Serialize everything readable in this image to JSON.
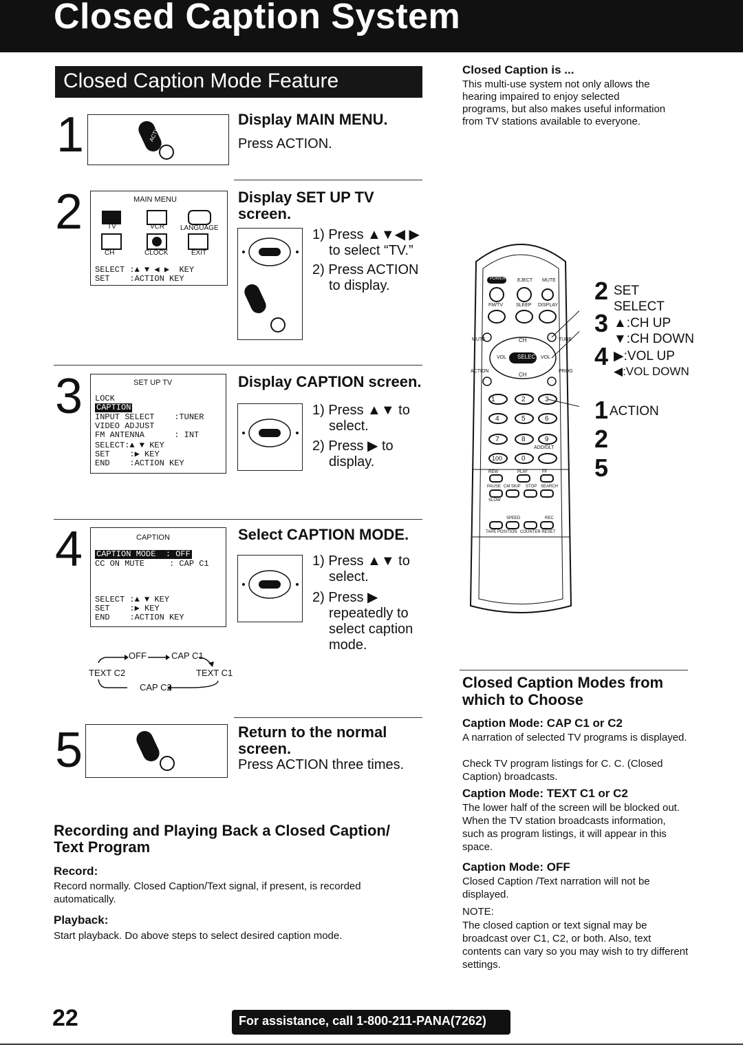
{
  "header": {
    "title": "Closed Caption System"
  },
  "section": {
    "title": "Closed Caption Mode Feature"
  },
  "steps": [
    {
      "num": "1",
      "title": "Display MAIN MENU.",
      "text": "Press ACTION."
    },
    {
      "num": "2",
      "title_line1": "Display SET UP TV",
      "title_line2": "screen.",
      "instr": [
        "1) Press ▲▼◀ ▶",
        "to select “TV.”",
        "2) Press ACTION",
        "to display."
      ]
    },
    {
      "num": "3",
      "title": "Display CAPTION screen.",
      "instr": [
        "1) Press ▲▼ to",
        "select.",
        "2) Press ▶ to",
        "display."
      ]
    },
    {
      "num": "4",
      "title": "Select CAPTION MODE.",
      "instr": [
        "1) Press ▲▼ to",
        "select.",
        "2) Press ▶",
        "repeatedly to",
        "select caption",
        "mode."
      ]
    },
    {
      "num": "5",
      "title_line1": "Return to the normal",
      "title_line2": "screen.",
      "text": "Press ACTION three times."
    }
  ],
  "button_label": "ACTION",
  "main_menu": {
    "title": "MAIN MENU",
    "icons": [
      "TV",
      "VCR",
      "LANGUAGE",
      "CH",
      "CLOCK",
      "EXIT"
    ],
    "lines": [
      "SELECT :▲ ▼ ◀ ▶  KEY",
      "SET    :ACTION KEY"
    ]
  },
  "setup_menu": {
    "title": "SET UP TV",
    "items": [
      "LOCK",
      "CAPTION",
      "INPUT SELECT    :TUNER",
      "VIDEO ADJUST",
      "FM ANTENNA      : INT"
    ],
    "lines": [
      "SELECT:▲ ▼ KEY",
      "SET    :▶ KEY",
      "END    :ACTION KEY"
    ]
  },
  "caption_menu": {
    "title": "CAPTION",
    "items": [
      "CAPTION MODE  : OFF",
      "CC ON MUTE     : CAP C1"
    ],
    "lines": [
      "SELECT :▲ ▼ KEY",
      "SET    :▶ KEY",
      "END    :ACTION KEY"
    ]
  },
  "mode_cycle": [
    "OFF",
    "CAP C1",
    "TEXT C1",
    "CAP C2",
    "TEXT C2"
  ],
  "remote": {
    "buttons_top": [
      "POWER",
      "EJECT",
      "MUTE",
      "FM/TV",
      "SLEEP",
      "DISPLAY"
    ],
    "center": [
      "CH",
      "VOL",
      "SELECT",
      "VOL",
      "CH"
    ],
    "side_labels": [
      "MUTE",
      "TUNE",
      "ACTION",
      "PROG"
    ],
    "numbers": [
      "1",
      "2",
      "3",
      "4",
      "5",
      "6",
      "7",
      "8",
      "9",
      "100",
      "0",
      "ADD/DLT"
    ],
    "transport_labels": [
      "REW",
      "PLAY",
      "FF",
      "PAUSE",
      "CM SKIP",
      "STOP",
      "SEARCH",
      "SLOW"
    ],
    "bottom_labels": [
      "TAPE POSITION",
      "SPEED",
      "COUNTER RESET",
      "REC"
    ],
    "callouts": [
      {
        "num": "2",
        "text": "SET"
      },
      {
        "num": "",
        "text": "SELECT"
      },
      {
        "num": "3",
        "text": "▲:CH UP"
      },
      {
        "num": "",
        "text": "▼:CH DOWN"
      },
      {
        "num": "4",
        "text": "▶:VOL UP"
      },
      {
        "num": "",
        "text": "◀:VOL DOWN"
      },
      {
        "num": "1",
        "text": "ACTION"
      },
      {
        "num": "2",
        "text": ""
      },
      {
        "num": "5",
        "text": ""
      }
    ]
  },
  "recording": {
    "title_line1": "Recording and Playing Back a Closed Caption/",
    "title_line2": "Text Program",
    "record_head": "Record:",
    "record_text": "Record normally. Closed Caption/Text signal, if present, is recorded automatically.",
    "playback_head": "Playback:",
    "playback_text": "Start playback. Do above steps to select desired caption mode."
  },
  "sidebar": {
    "is_head": "Closed Caption is ...",
    "is_text": [
      "This multi-use system not only allows the",
      "hearing impaired to enjoy selected",
      "programs, but also makes useful information",
      "from TV stations available to everyone."
    ],
    "modes_title_line1": "Closed Caption Modes from",
    "modes_title_line2": "which to Choose",
    "cap_head": "Caption Mode: CAP C1 or C2",
    "cap_text": "A narration of selected TV programs is displayed.",
    "cap_text2": "Check TV program listings for C. C. (Closed Caption) broadcasts.",
    "text_head": "Caption Mode: TEXT C1 or C2",
    "text_text": "The lower half of the screen will be blocked out. When the TV station broadcasts information, such as program listings, it will appear in this space.",
    "off_head": "Caption Mode: OFF",
    "off_text": "Closed Caption /Text narration will not be displayed.",
    "note_head": "NOTE:",
    "note_text": "The closed caption or text signal may be broadcast over C1, C2, or both. Also, text contents can vary so you may wish to try different settings."
  },
  "footer": {
    "page_num": "22",
    "assist": "For assistance, call 1-800-211-PANA(7262)"
  }
}
